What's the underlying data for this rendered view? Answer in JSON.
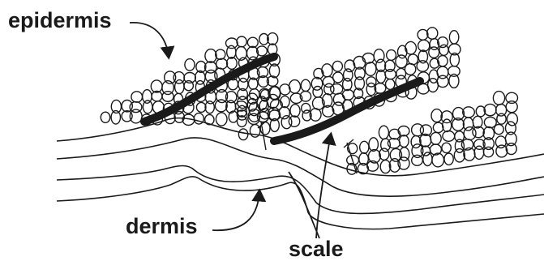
{
  "labels": {
    "epidermis": "epidermis",
    "dermis": "dermis",
    "scale": "scale"
  },
  "colors": {
    "ink": "#1a1a1a",
    "background": "#ffffff"
  }
}
